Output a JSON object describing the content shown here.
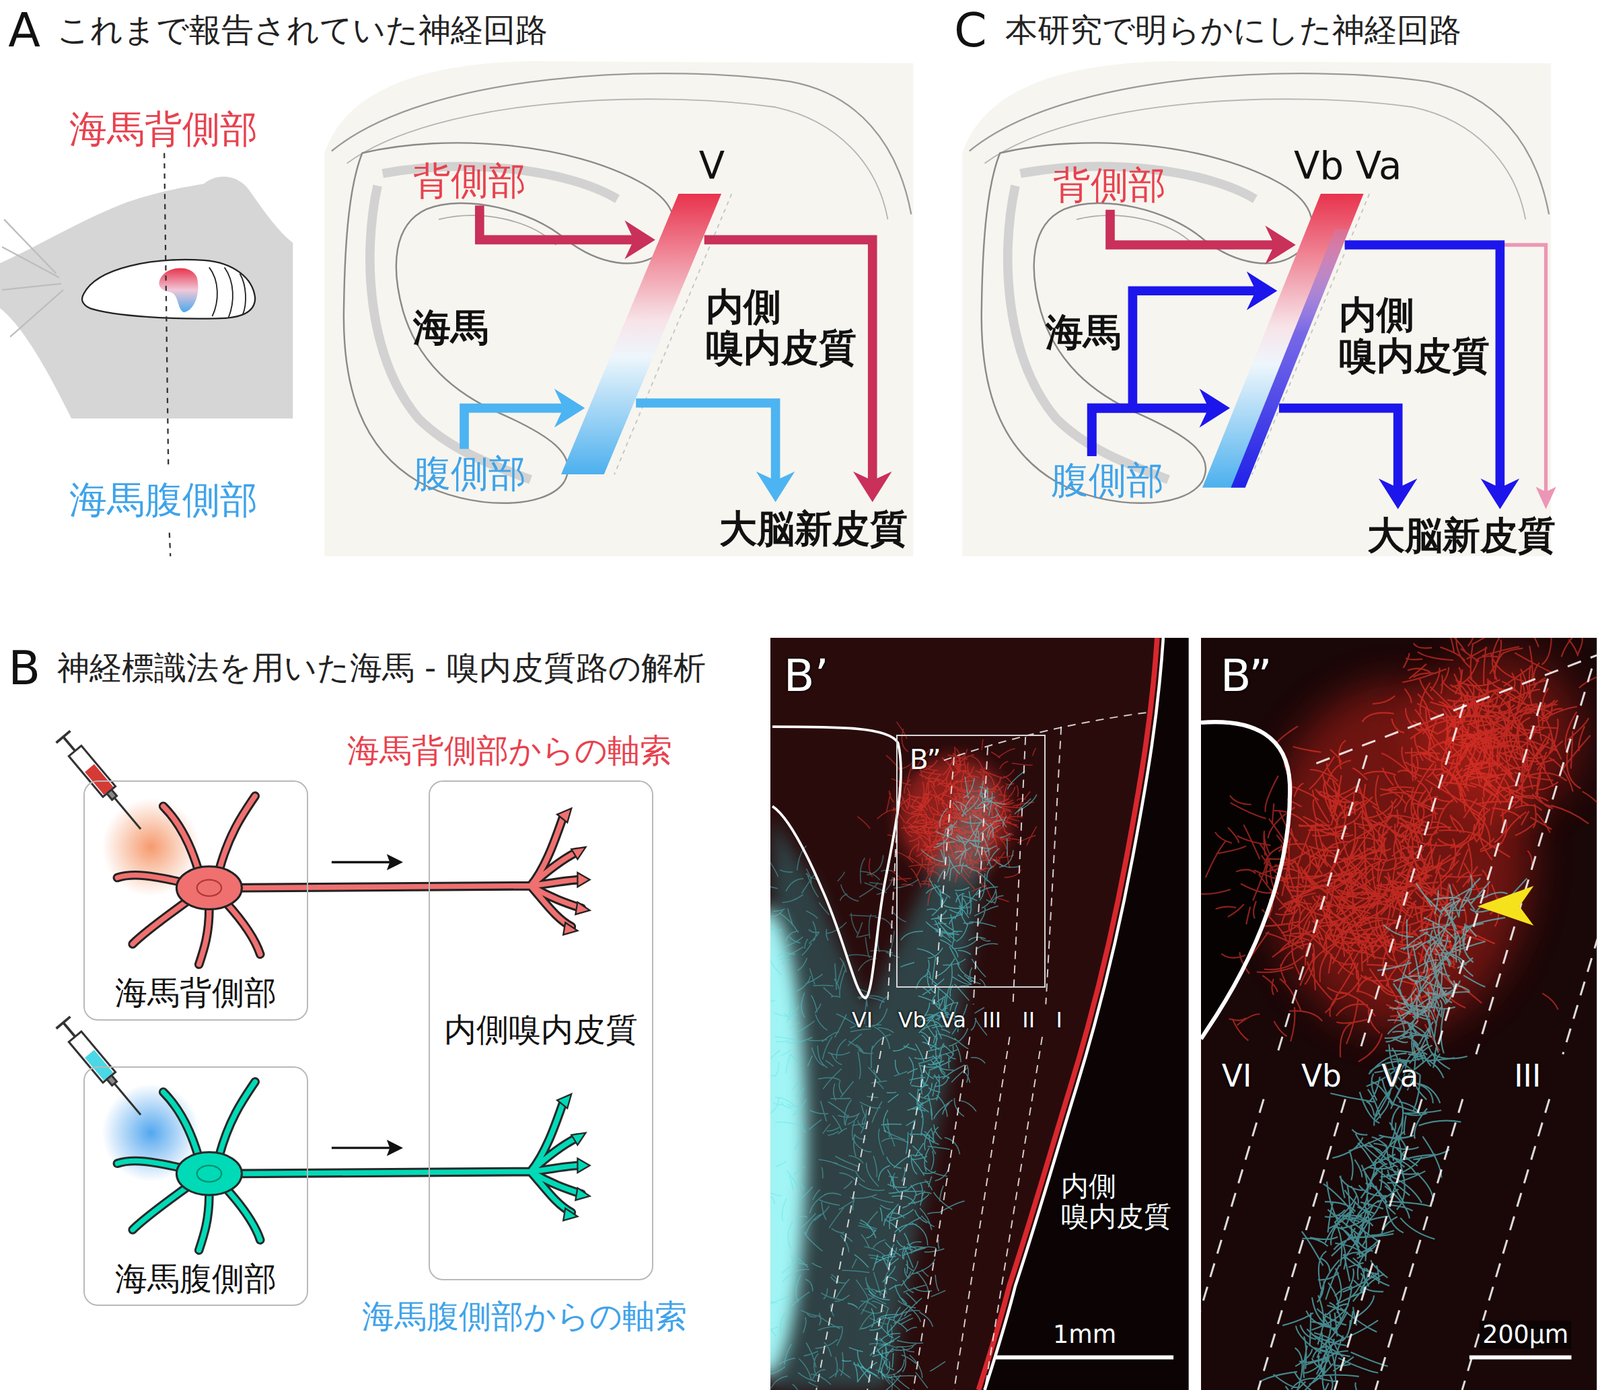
{
  "diagram": {
    "nodes": [
      {
        "text": [
          "背側部"
        ]
      },
      {
        "text": [
          "V"
        ]
      },
      {
        "text": [
          "腹側部"
        ]
      },
      {
        "text": [
          "大脳新皮質"
        ]
      },
      {
        "text": [
          "背側部"
        ]
      },
      {
        "text": [
          "Vb Va"
        ]
      },
      {
        "text": [
          "腹側部"
        ]
      },
      {
        "text": [
          "大脳新皮質"
        ]
      },
      {
        "text": [
          "海馬背側部"
        ]
      },
      {
        "text": [
          "内側嗅内皮質"
        ]
      },
      {
        "text": [
          "海馬腹側部"
        ]
      },
      {
        "text": [
          "B”"
        ]
      }
    ],
    "edges": [
      {
        "from": 0,
        "to": 1,
        "arrow": "to"
      },
      {
        "from": 1,
        "to": 3,
        "arrow": "to"
      },
      {
        "from": 2,
        "to": 1,
        "arrow": "to"
      },
      {
        "from": 1,
        "to": 3,
        "arrow": "to"
      },
      {
        "from": 4,
        "to": 5,
        "arrow": "to"
      },
      {
        "from": 6,
        "to": 5,
        "arrow": "to"
      },
      {
        "from": 6,
        "to": 5,
        "arrow": "to"
      },
      {
        "from": 5,
        "to": 7,
        "arrow": "to"
      },
      {
        "from": 5,
        "to": 7,
        "arrow": "to"
      },
      {
        "from": 5,
        "to": 7,
        "arrow": "to"
      },
      {
        "from": 8,
        "to": 9,
        "arrow": "to"
      },
      {
        "from": 10,
        "to": 9,
        "arrow": "to"
      }
    ],
    "labels": [
      "A",
      "これまで報告されていた神経回路",
      "海馬背側部",
      "海馬腹側部",
      "海馬",
      "内側 嗅内皮質",
      "C",
      "本研究で明らかにした神経回路",
      "海馬",
      "内側 嗅内皮質",
      "B",
      "神経標識法を用いた海馬 - 嗅内皮質路の解析",
      "海馬背側部からの軸索",
      "海馬腹側部からの軸索",
      "B’",
      "VI",
      "Vb",
      "Va",
      "III",
      "II",
      "I",
      "内側 嗅内皮質",
      "1mm",
      "B”",
      "VI",
      "Vb",
      "Va",
      "III",
      "200μm"
    ]
  }
}
